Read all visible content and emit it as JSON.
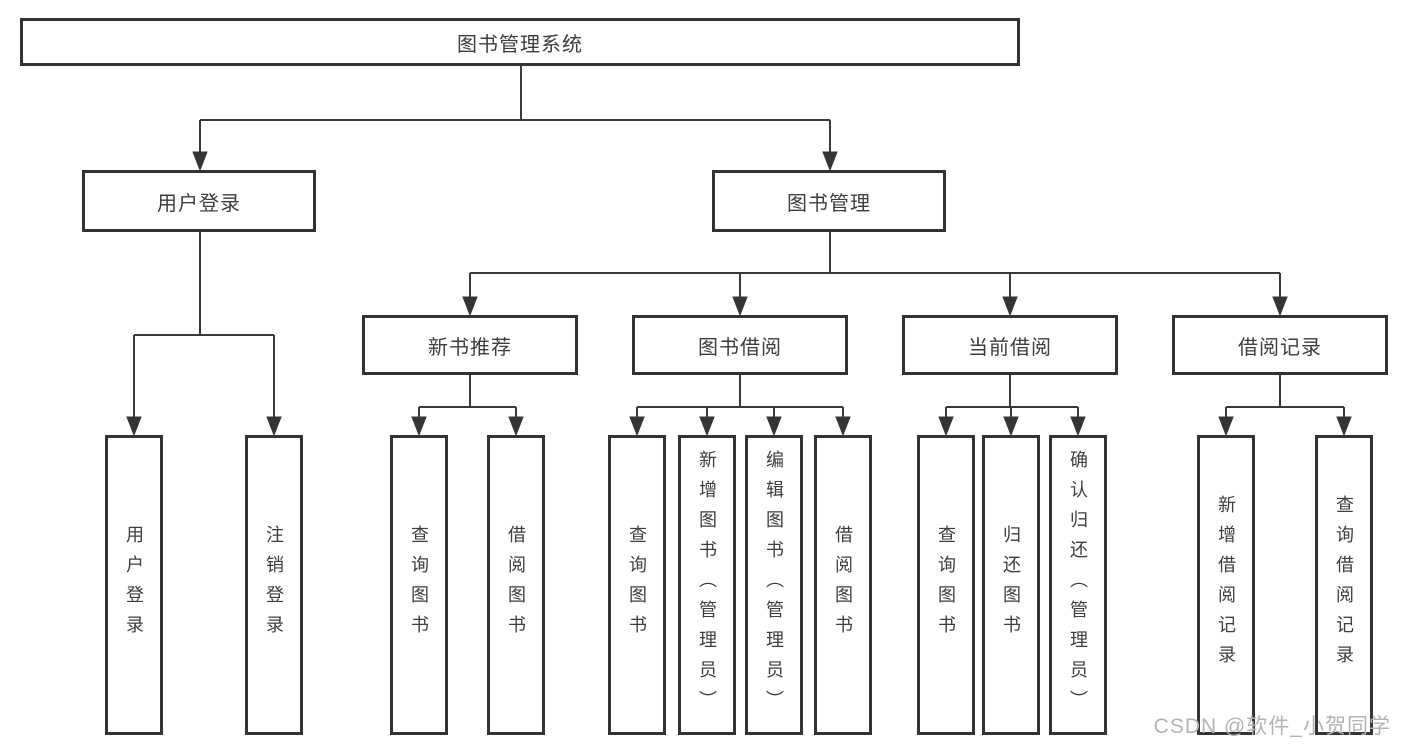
{
  "diagram": {
    "tree": {
      "label": "图书管理系统",
      "children": [
        {
          "label": "用户登录",
          "children": [
            {
              "label": "用户登录"
            },
            {
              "label": "注销登录"
            }
          ]
        },
        {
          "label": "图书管理",
          "children": [
            {
              "label": "新书推荐",
              "children": [
                {
                  "label": "查询图书"
                },
                {
                  "label": "借阅图书"
                }
              ]
            },
            {
              "label": "图书借阅",
              "children": [
                {
                  "label": "查询图书"
                },
                {
                  "label": "新增图书（管理员）"
                },
                {
                  "label": "编辑图书（管理员）"
                },
                {
                  "label": "借阅图书"
                }
              ]
            },
            {
              "label": "当前借阅",
              "children": [
                {
                  "label": "查询图书"
                },
                {
                  "label": "归还图书"
                },
                {
                  "label": "确认归还（管理员）"
                }
              ]
            },
            {
              "label": "借阅记录",
              "children": [
                {
                  "label": "新增借阅记录"
                },
                {
                  "label": "查询借阅记录"
                }
              ]
            }
          ]
        }
      ]
    },
    "colors": {
      "box_border": "#333333",
      "connector": "#3a3a3a",
      "text": "#3d3d3d",
      "watermark": "#b3b3b3",
      "background": "#ffffff"
    },
    "watermark": "CSDN @软件_小贺同学"
  }
}
